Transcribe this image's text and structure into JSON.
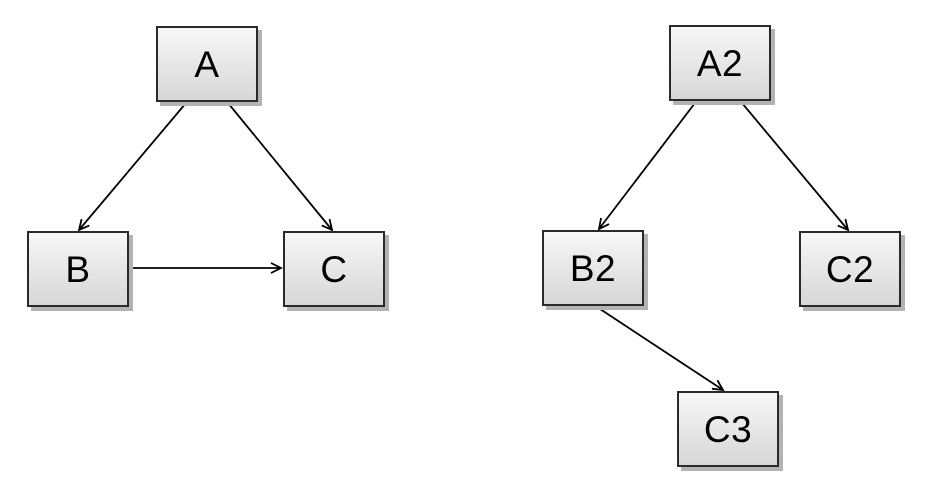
{
  "diagram": {
    "nodes": [
      {
        "id": "A",
        "label": "A"
      },
      {
        "id": "B",
        "label": "B"
      },
      {
        "id": "C",
        "label": "C"
      },
      {
        "id": "A2",
        "label": "A2"
      },
      {
        "id": "B2",
        "label": "B2"
      },
      {
        "id": "C2",
        "label": "C2"
      },
      {
        "id": "C3",
        "label": "C3"
      }
    ],
    "edges": [
      {
        "from": "A",
        "to": "B",
        "directed": true
      },
      {
        "from": "A",
        "to": "C",
        "directed": true
      },
      {
        "from": "B",
        "to": "C",
        "directed": true
      },
      {
        "from": "A2",
        "to": "B2",
        "directed": true
      },
      {
        "from": "A2",
        "to": "C2",
        "directed": true
      },
      {
        "from": "B2",
        "to": "C3",
        "directed": true
      }
    ],
    "colors": {
      "background": "#ffffff",
      "node_fill_light": "#f7f7f7",
      "node_fill_dark": "#d7d7d7",
      "node_border": "#2a2a2a",
      "node_shadow": "#b3b3b3",
      "edge": "#000000",
      "label": "#000000"
    }
  }
}
